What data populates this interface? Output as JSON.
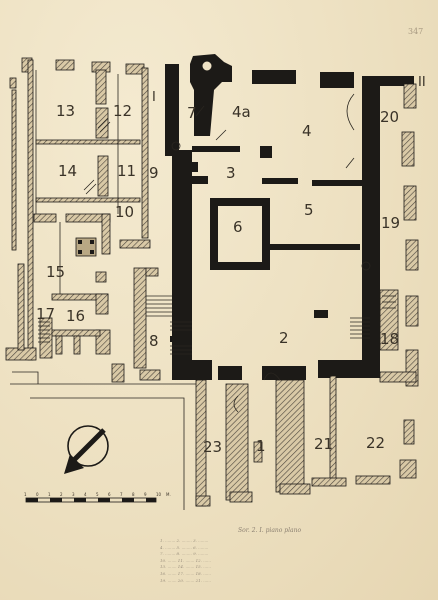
{
  "sheet": {
    "corner_mark": "347",
    "caption_title": "Sor. 2. I. piano plano",
    "caption_lines": [
      "1. ........ 2. ........ 3. ........",
      "4. ........ 5. ........ 6. ........",
      "7. ........ 8. ........ 9. ........",
      "10. ....... 11. ....... 12. ......",
      "13. ....... 14. ....... 15. ......",
      "16. ....... 17. ....... 18. ......",
      "19. ....... 20. ....... 21. ......"
    ]
  },
  "rooms": {
    "r1": "1",
    "r2": "2",
    "r3": "3",
    "r4": "4",
    "r4a": "4a",
    "r5": "5",
    "r6": "6",
    "r7": "7",
    "r8": "8",
    "r9": "9",
    "r10": "10",
    "r11": "11",
    "r12": "12",
    "r13": "13",
    "r14": "14",
    "r15": "15",
    "r16": "16",
    "r17": "17",
    "r18": "18",
    "r19": "19",
    "r20": "20",
    "r21": "21",
    "r22": "22",
    "r23": "23",
    "rI": "I",
    "rII": "II"
  },
  "scale": {
    "ticks": [
      "1",
      "0",
      "1",
      "2",
      "3",
      "4",
      "5",
      "6",
      "7",
      "8",
      "9",
      "10"
    ],
    "unit": "M."
  },
  "colors": {
    "paper": "#efe3c6",
    "ink": "#1c1a17",
    "hatch": "#555048"
  }
}
